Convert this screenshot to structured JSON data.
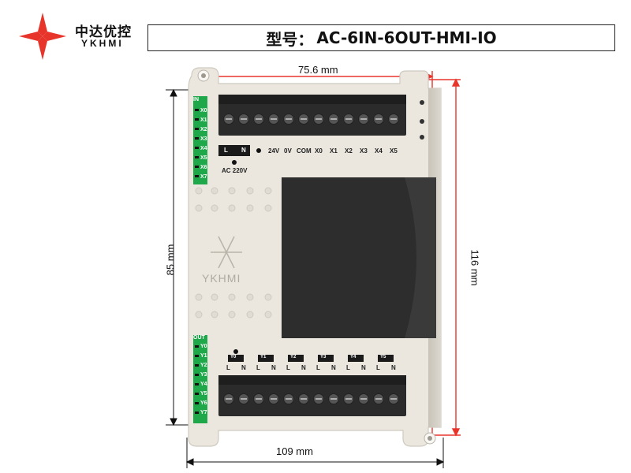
{
  "brand": {
    "name_cn": "中达优控",
    "name_en": "YKHMI"
  },
  "model": {
    "label": "型号：",
    "value": "AC-6IN-6OUT-HMI-IO"
  },
  "dimensions": {
    "width_top": "75.6 mm",
    "width_bottom": "109 mm",
    "height_left": "85 mm",
    "height_right": "116 mm"
  },
  "device": {
    "in_header": "IN",
    "inputs": [
      "X0",
      "X1",
      "X2",
      "X3",
      "X4",
      "X5",
      "X6",
      "X7"
    ],
    "power_terms": [
      "L",
      "N"
    ],
    "power_label": "AC 220V",
    "terminal_labels": [
      "24V",
      "0V",
      "COM",
      "X0",
      "X1",
      "X2",
      "X3",
      "X4",
      "X5"
    ],
    "out_header": "OUT",
    "outputs": [
      "Y0",
      "Y1",
      "Y2",
      "Y3",
      "Y4",
      "Y5",
      "Y6",
      "Y7"
    ],
    "out_groups": [
      "Y0",
      "Y1",
      "Y2",
      "Y3",
      "Y4",
      "Y5"
    ],
    "ln": [
      "L",
      "N"
    ],
    "body_logo": "YKHMI"
  },
  "colors": {
    "red": "#e8352b",
    "green": "#1fa84a",
    "casing": "#ebe7df",
    "terminal": "#2b2b2b"
  }
}
